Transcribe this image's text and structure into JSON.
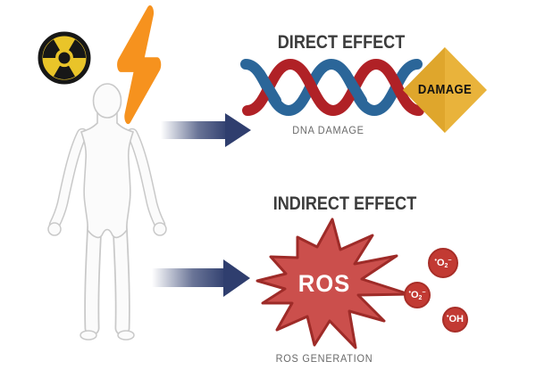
{
  "icons": {
    "radiation": "radiation-hazard-icon",
    "lightning": "lightning-bolt-icon",
    "human": "human-figure-icon",
    "arrow_direct": "arrow-right-icon",
    "arrow_indirect": "arrow-right-icon",
    "dna": "dna-double-helix-icon",
    "damage_diamond": "damage-diamond-icon",
    "ros_star": "ros-starburst-icon"
  },
  "palette": {
    "arrow_navy": "#2f3e6e",
    "helix_blue": "#2b6699",
    "helix_red": "#b02126",
    "diamond_yellow": "#e9b33b",
    "star_fill": "#cb4f4c",
    "star_stroke": "#9e2b28",
    "species_red": "#c23a33",
    "bolt_orange": "#f6921e",
    "radiation_yellow": "#e9c429",
    "title_gray": "#3c3c3c",
    "caption_gray": "#6a6a6a"
  },
  "direct": {
    "title": "DIRECT EFFECT",
    "caption": "DNA DAMAGE",
    "damage_label": "DAMAGE"
  },
  "indirect": {
    "title": "INDIRECT EFFECT",
    "caption": "ROS GENERATION",
    "ros_label": "ROS",
    "species": [
      {
        "dot": "•",
        "base": "O",
        "sub": "2",
        "charge": "−"
      },
      {
        "dot": "•",
        "base": "O",
        "sub": "2",
        "charge": "−"
      },
      {
        "dot": "•",
        "base": "OH",
        "sub": "",
        "charge": ""
      }
    ]
  }
}
